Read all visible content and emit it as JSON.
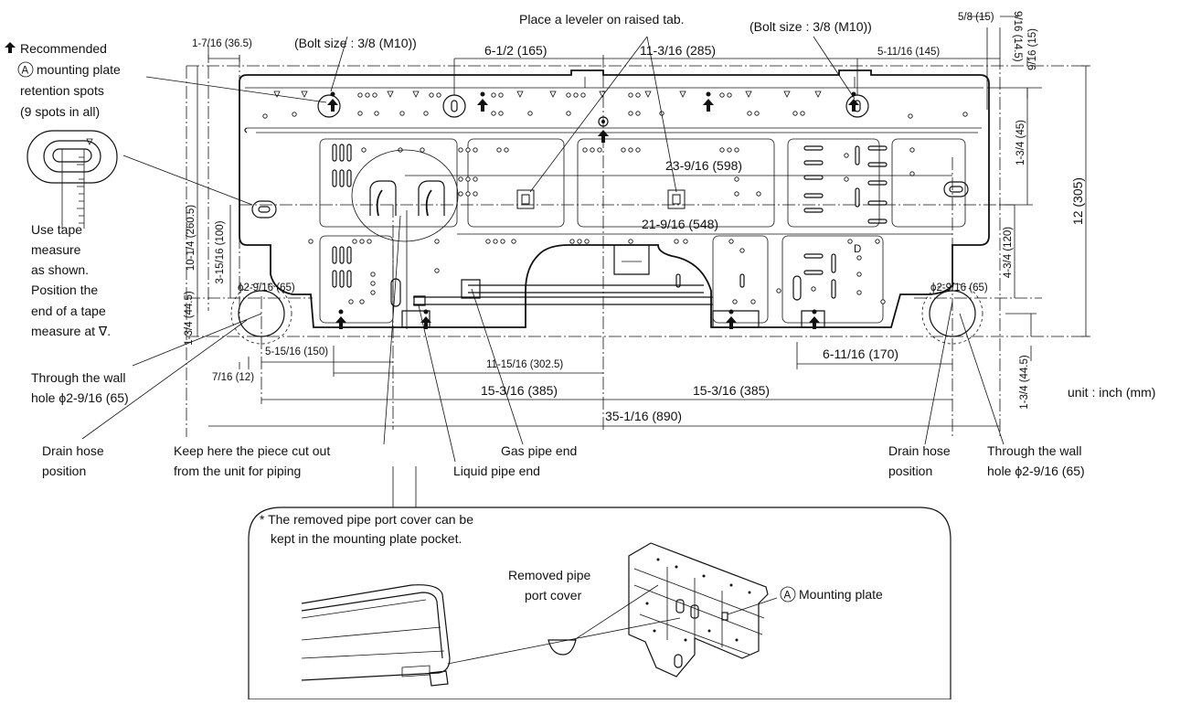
{
  "legend": {
    "arrow_text": "Recommended",
    "line2": "mounting plate",
    "line3": "retention spots",
    "line4": "(9 spots in all)",
    "marker": "A"
  },
  "tape": {
    "l1": "Use tape",
    "l2": "measure",
    "l3": "as shown.",
    "l4": "Position the",
    "l5": "end of a tape",
    "l6": "measure at ∇."
  },
  "labels": {
    "leveler": "Place a leveler on raised tab.",
    "bolt_left": "(Bolt size : 3/8 (M10))",
    "bolt_right": "(Bolt size : 3/8 (M10))",
    "wall_hole_left_1": "Through the wall",
    "wall_hole_left_2": "hole ϕ2-9/16 (65)",
    "drain_left_1": "Drain hose",
    "drain_left_2": "position",
    "keep_1": "Keep here the piece cut out",
    "keep_2": "from the unit for piping",
    "gas": "Gas pipe end",
    "liquid": "Liquid pipe end",
    "drain_right_1": "Drain hose",
    "drain_right_2": "position",
    "wall_hole_right_1": "Through the wall",
    "wall_hole_right_2": "hole ϕ2-9/16 (65)",
    "unit": "unit : inch (mm)",
    "hole_left": "ϕ2-9/16 (65)",
    "hole_right": "ϕ2-9/16 (65)"
  },
  "dims": {
    "d1_7_16": "1-7/16 (36.5)",
    "d6_1_2": "6-1/2 (165)",
    "d11_3_16": "11-3/16 (285)",
    "d5_8": "5/8 (15)",
    "d9_16_145": "9/16 (14.5)",
    "d5_11_16": "5-11/16 (145)",
    "d9_16_15": "9/16 (15)",
    "d1_3_4_45": "1-3/4 (45)",
    "d12": "12 (305)",
    "d23_9_16": "23-9/16 (598)",
    "d21_9_16": "21-9/16 (548)",
    "d10_1_4": "10-1/4 (260.5)",
    "d3_15_16": "3-15/16 (100)",
    "d1_3_4_44_5_left": "1-3/4 (44.5)",
    "d4_3_4": "4-3/4 (120)",
    "d5_15_16": "5-15/16 (150)",
    "d7_16": "7/16 (12)",
    "d11_15_16": "11-15/16 (302.5)",
    "d15_3_16_left": "15-3/16 (385)",
    "d15_3_16_right": "15-3/16 (385)",
    "d6_11_16": "6-11/16 (170)",
    "d35_1_16": "35-1/16 (890)",
    "d1_3_4_44_5_right": "1-3/4 (44.5)"
  },
  "inset": {
    "note_1": "* The removed pipe port cover can be",
    "note_2": "kept in the mounting plate pocket.",
    "removed_1": "Removed pipe",
    "removed_2": "port cover",
    "mounting_plate": "Mounting plate",
    "marker": "A"
  }
}
